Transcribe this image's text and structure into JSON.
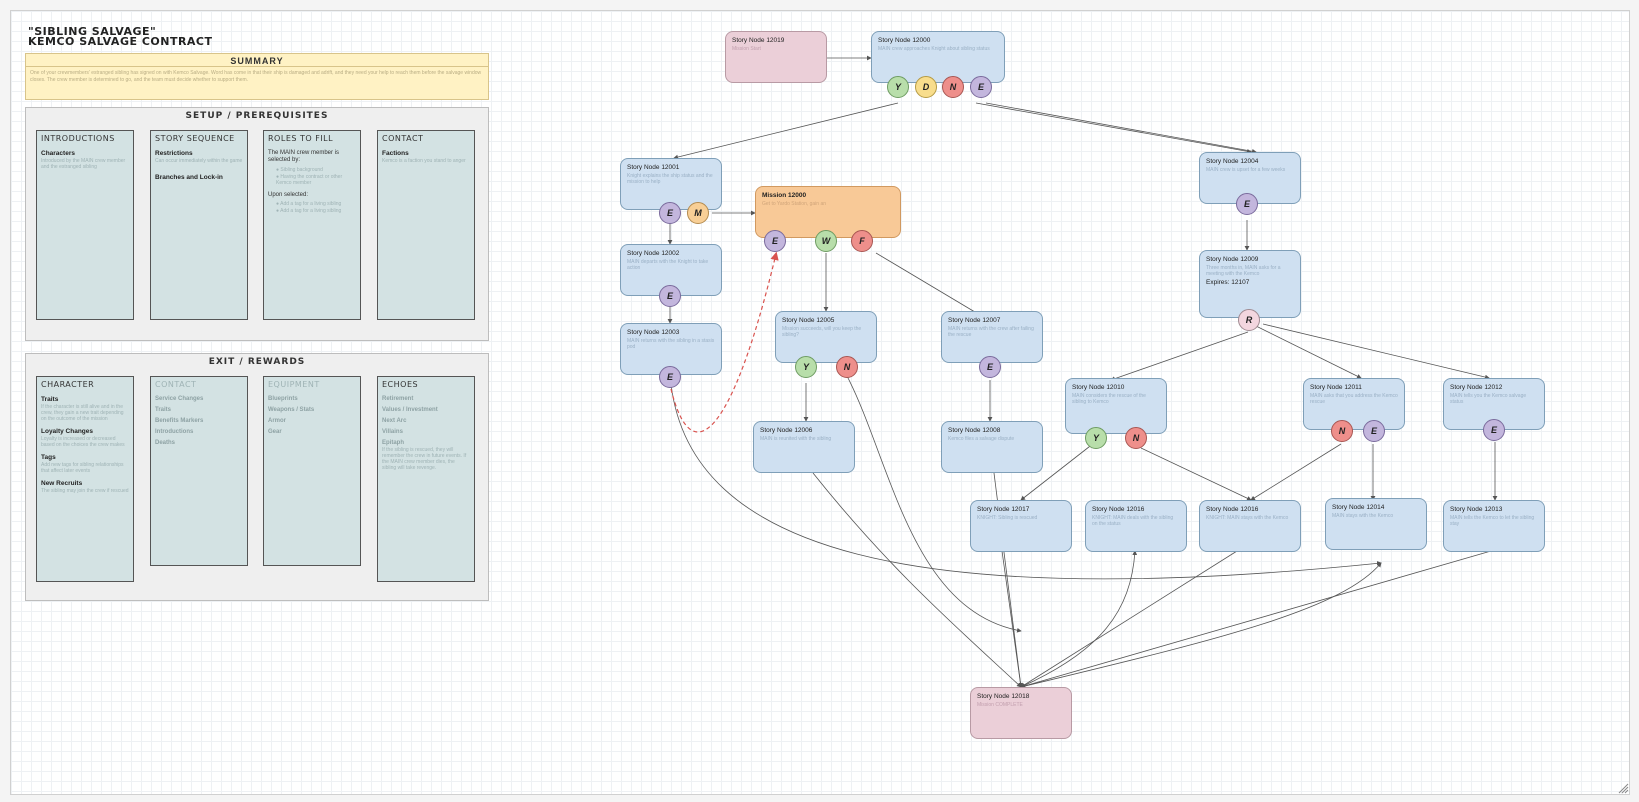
{
  "header": {
    "title_line1": "\"Sibling Salvage\"",
    "title_line2": "Kemco Salvage Contract"
  },
  "summary": {
    "heading": "SUMMARY",
    "text": "One of your crewmembers' estranged sibling has signed on with Kemco Salvage. Word has come in that their ship is damaged and adrift, and they need your help to reach them before the salvage window closes. The crew member is determined to go, and the team must decide whether to support them."
  },
  "setup": {
    "heading": "Setup / Prerequisites",
    "columns": [
      {
        "title": "Introductions",
        "sections": [
          {
            "heading": "Characters",
            "text": "Introduced by the MAIN crew member and the estranged sibling"
          }
        ]
      },
      {
        "title": "Story Sequence",
        "sections": [
          {
            "heading": "Restrictions",
            "text": "Can occur immediately within the game"
          },
          {
            "heading": "Branches and Lock-in",
            "text": ""
          }
        ]
      },
      {
        "title": "Roles to Fill",
        "intro": "The MAIN crew member is selected by:",
        "bullets": [
          "Sibling background",
          "Having the contract or other Kemco member"
        ],
        "intro2": "Upon selected:",
        "bullets2": [
          "Add a tag for a living sibling",
          "Add a tag for a living sibling"
        ]
      },
      {
        "title": "Contact",
        "sections": [
          {
            "heading": "Factions",
            "text": "Kemco is a faction you stand to anger"
          }
        ]
      }
    ]
  },
  "exit": {
    "heading": "Exit / Rewards",
    "columns": [
      {
        "title": "Character",
        "sections": [
          {
            "heading": "Traits",
            "text": "If the character is still alive and in the crew, they gain a new trait depending on the outcome of the mission"
          },
          {
            "heading": "Loyalty Changes",
            "text": "Loyalty is increased or decreased based on the choices the crew makes"
          },
          {
            "heading": "Tags",
            "text": "Add new tags for sibling relationships that affect later events"
          },
          {
            "heading": "New Recruits",
            "text": "The sibling may join the crew if rescued"
          }
        ]
      },
      {
        "title": "Contact",
        "items": [
          "Service Changes",
          "Traits",
          "Benefits Markers",
          "Introductions",
          "Deaths"
        ]
      },
      {
        "title": "Equipment",
        "items": [
          "Blueprints",
          "Weapons / Stats",
          "Armor",
          "Gear"
        ]
      },
      {
        "title": "Echoes",
        "items": [
          "Retirement",
          "Values / Investment",
          "Next Arc",
          "Villains",
          "Epitaph"
        ],
        "text": "If the sibling is rescued, they will remember the crew in future events. If the MAIN crew member dies, the sibling will take revenge."
      }
    ]
  },
  "nodes": [
    {
      "id": "12019",
      "label": "Story Node 12019",
      "desc": "Mission Start",
      "style": "pink"
    },
    {
      "id": "12000",
      "label": "Story Node 12000",
      "desc": "MAIN crew approaches Knight about sibling status",
      "style": "blue"
    },
    {
      "id": "12001",
      "label": "Story Node 12001",
      "desc": "Knight explains the ship status and the mission to help",
      "style": "blue"
    },
    {
      "id": "12004",
      "label": "Story Node 12004",
      "desc": "MAIN crew is upset for a few weeks",
      "style": "blue"
    },
    {
      "id": "m12000",
      "label": "Mission 12000",
      "desc": "Get to Yardo Station, gain an",
      "style": "orange"
    },
    {
      "id": "12002",
      "label": "Story Node 12002",
      "desc": "MAIN departs with the Knight to take action",
      "style": "blue"
    },
    {
      "id": "12003",
      "label": "Story Node 12003",
      "desc": "MAIN returns with the sibling in a stasis pod",
      "style": "blue"
    },
    {
      "id": "12005",
      "label": "Story Node 12005",
      "desc": "Mission succeeds, will you keep the sibling?",
      "style": "blue"
    },
    {
      "id": "12007",
      "label": "Story Node 12007",
      "desc": "MAIN returns with the crew after failing the rescue",
      "style": "blue"
    },
    {
      "id": "12009",
      "label": "Story Node 12009",
      "desc": "Three months in, MAIN asks for a meeting with the Kemco",
      "expires": "Expires: 12107",
      "style": "blue"
    },
    {
      "id": "12010",
      "label": "Story Node 12010",
      "desc": "MAIN considers the rescue of the sibling to Kemco",
      "style": "blue"
    },
    {
      "id": "12011",
      "label": "Story Node 12011",
      "desc": "MAIN asks that you address the Kemco rescue",
      "style": "blue"
    },
    {
      "id": "12012",
      "label": "Story Node 12012",
      "desc": "MAIN tells you the Kemco salvage status",
      "style": "blue"
    },
    {
      "id": "12006",
      "label": "Story Node 12006",
      "desc": "MAIN is reunited with the sibling",
      "style": "blue"
    },
    {
      "id": "12008",
      "label": "Story Node 12008",
      "desc": "Kemco files a salvage dispute",
      "style": "blue"
    },
    {
      "id": "12017",
      "label": "Story Node 12017",
      "desc": "KNIGHT: Sibling is rescued",
      "style": "blue"
    },
    {
      "id": "12016a",
      "label": "Story Node 12016",
      "desc": "KNIGHT: MAIN deals with the sibling on the status",
      "style": "blue"
    },
    {
      "id": "12016b",
      "label": "Story Node 12016",
      "desc": "KNIGHT: MAIN stays with the Kemco",
      "style": "blue"
    },
    {
      "id": "12014",
      "label": "Story Node 12014",
      "desc": "MAIN stays with the Kemco",
      "style": "blue"
    },
    {
      "id": "12013",
      "label": "Story Node 12013",
      "desc": "MAIN tells the Kemco to let the sibling stay",
      "style": "blue"
    },
    {
      "id": "12018",
      "label": "Story Node 12018",
      "desc": "Mission COMPLETE",
      "style": "pink"
    }
  ],
  "badges": {
    "12000": [
      "Y",
      "D",
      "N",
      "E"
    ],
    "12001": [
      "E",
      "M"
    ],
    "12004": [
      "E"
    ],
    "m12000": [
      "E",
      "W",
      "F"
    ],
    "12002": [
      "E"
    ],
    "12003": [
      "E"
    ],
    "12005": [
      "Y",
      "N"
    ],
    "12007": [
      "E"
    ],
    "12009": [
      "R"
    ],
    "12010": [
      "Y",
      "N"
    ],
    "12011": [
      "N",
      "E"
    ],
    "12012": [
      "E"
    ]
  },
  "colors": {
    "node_blue": "#cfe0f1",
    "node_pink": "#ebcfd8",
    "node_orange": "#f8c997",
    "summary_bg": "#fff2c4",
    "column_bg": "#d3e2e3",
    "edge": "#555555",
    "dashed_edge": "#d9534f"
  }
}
